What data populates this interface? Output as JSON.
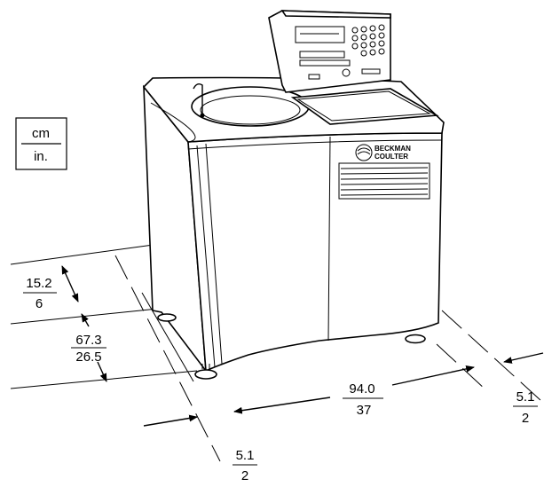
{
  "legend": {
    "top": "cm",
    "bottom": "in."
  },
  "dimensions": {
    "front_clearance": {
      "cm": "15.2",
      "in": "6"
    },
    "depth": {
      "cm": "67.3",
      "in": "26.5"
    },
    "width": {
      "cm": "94.0",
      "in": "37"
    },
    "left_clearance": {
      "cm": "5.1",
      "in": "2"
    },
    "right_clearance": {
      "cm": "5.1",
      "in": "2"
    }
  },
  "brand": {
    "line1": "BECKMAN",
    "line2": "COULTER"
  }
}
